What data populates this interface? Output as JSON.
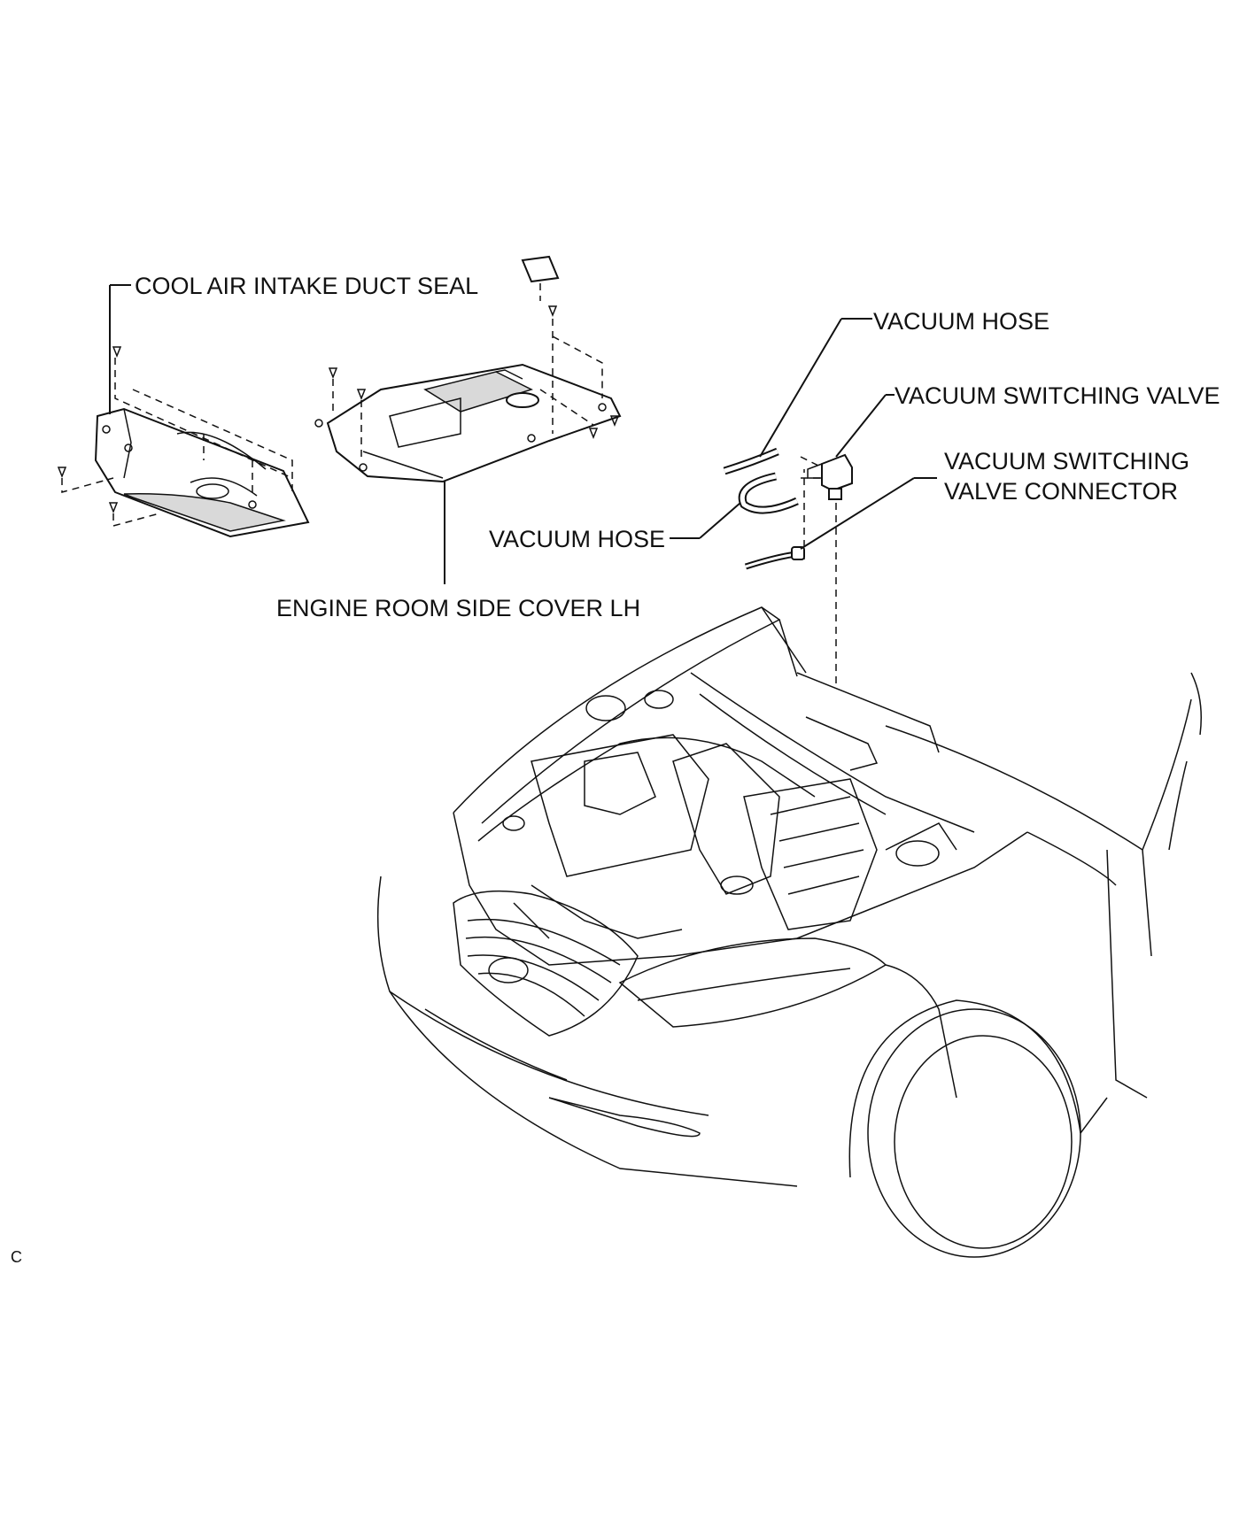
{
  "labels": {
    "cool_air_intake_duct_seal": "COOL AIR INTAKE DUCT SEAL",
    "vacuum_hose_upper": "VACUUM HOSE",
    "vacuum_switching_valve": "VACUUM SWITCHING VALVE",
    "vsv_connector_line1": "VACUUM SWITCHING",
    "vsv_connector_line2": "VALVE CONNECTOR",
    "vacuum_hose_lower": "VACUUM HOSE",
    "engine_room_side_cover_lh": "ENGINE ROOM SIDE COVER LH"
  },
  "figure_code": "C"
}
